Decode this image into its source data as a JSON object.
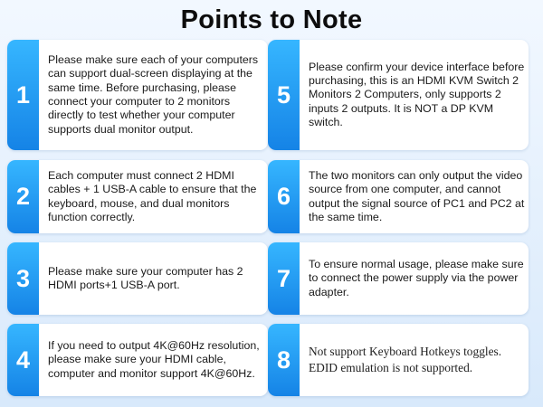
{
  "title": "Points to Note",
  "notes": [
    {
      "number": "1",
      "text": "Please make sure each of your computers can support dual-screen displaying at the same time. Before purchasing, please connect your computer to 2 monitors directly to test whether your computer supports dual monitor output."
    },
    {
      "number": "2",
      "text": "Each computer must connect 2 HDMI cables + 1 USB-A cable to ensure that the keyboard, mouse, and dual monitors function correctly."
    },
    {
      "number": "3",
      "text": "Please make sure your computer has 2 HDMI ports+1 USB-A port."
    },
    {
      "number": "4",
      "text": "If you need to output 4K@60Hz resolution, please make sure your HDMI cable, computer and monitor support 4K@60Hz."
    },
    {
      "number": "5",
      "text": "Please confirm your device interface before purchasing, this is an HDMI KVM Switch 2 Monitors 2 Computers, only supports 2 inputs 2 outputs. It is NOT a DP KVM switch."
    },
    {
      "number": "6",
      "text": "The two monitors can only output the video source from one computer, and cannot output the signal source of PC1 and PC2 at the same time."
    },
    {
      "number": "7",
      "text": "To ensure normal usage, please make sure to connect the power supply via the power adapter."
    },
    {
      "number": "8",
      "text": "Not support Keyboard Hotkeys toggles. EDID emulation is not supported."
    }
  ],
  "colors": {
    "badge_top": "#36b6ff",
    "badge_bottom": "#1583e6",
    "background": "#e4effb"
  }
}
